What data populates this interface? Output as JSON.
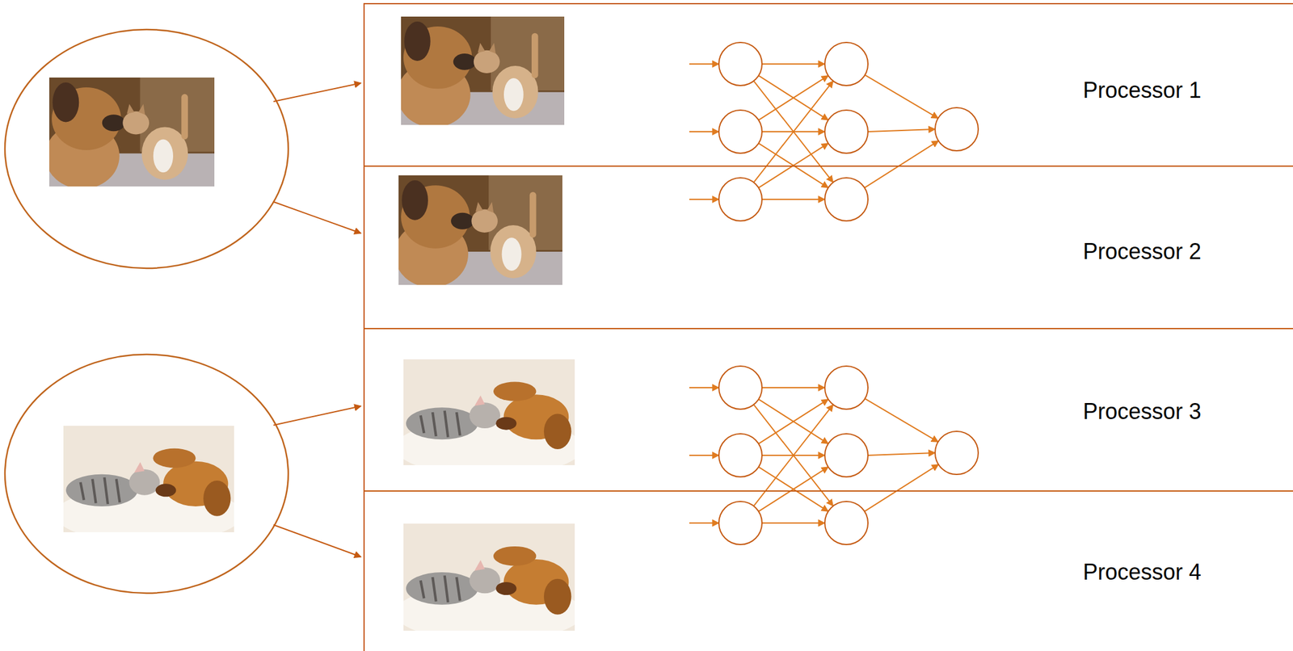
{
  "diagram": {
    "nodes": [
      {
        "text": [
          "Processor 1"
        ]
      },
      {
        "text": [
          "Processor 2"
        ]
      },
      {
        "text": [
          "Processor 3"
        ]
      },
      {
        "text": [
          "Processor 4"
        ]
      }
    ]
  }
}
